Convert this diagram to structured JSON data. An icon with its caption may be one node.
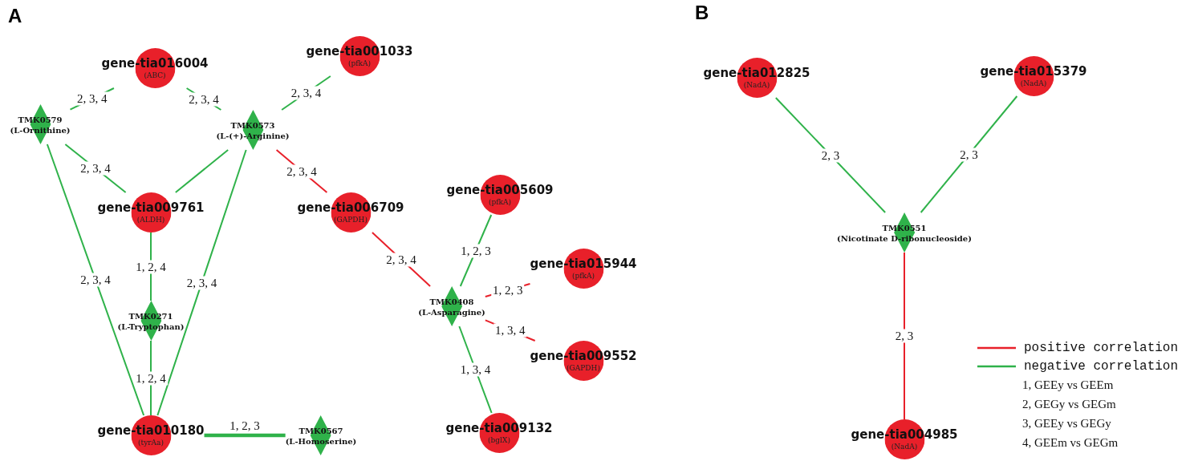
{
  "diagram": {
    "nodes": [
      {
        "text": [
          "gene-tia016004",
          "(ABC)"
        ]
      },
      {
        "text": [
          "gene-tia001033",
          "(pfkA)"
        ]
      },
      {
        "text": [
          "TMK0579",
          "(L-Ornithine)"
        ]
      },
      {
        "text": [
          "TMK0573",
          "(L-(+)-Arginine)"
        ]
      },
      {
        "text": [
          "gene-tia009761",
          "(ALDH)"
        ]
      },
      {
        "text": [
          "gene-tia006709",
          "(GAPDH)"
        ]
      },
      {
        "text": [
          "gene-tia005609",
          "(pfkA)"
        ]
      },
      {
        "text": [
          "gene-tia015944",
          "(pfkA)"
        ]
      },
      {
        "text": [
          "TMK0271",
          "(L-Tryptophan)"
        ]
      },
      {
        "text": [
          "TMK0408",
          "(L-Asparagine)"
        ]
      },
      {
        "text": [
          "gene-tia009552",
          "(GAPDH)"
        ]
      },
      {
        "text": [
          "gene-tia010180",
          "(tyrAa)"
        ]
      },
      {
        "text": [
          "TMK0567",
          "(L-Homoserine)"
        ]
      },
      {
        "text": [
          "gene-tia009132",
          "(bglX)"
        ]
      },
      {
        "text": [
          "gene-tia012825",
          "(NadA)"
        ]
      },
      {
        "text": [
          "gene-tia015379",
          "(NadA)"
        ]
      },
      {
        "text": [
          "TMK0551",
          "(Nicotinate D-ribonucleoside)"
        ]
      },
      {
        "text": [
          "gene-tia004985",
          "(NadA)"
        ]
      }
    ],
    "edges": [
      {
        "from": 0,
        "to": 2,
        "arrow": "none",
        "label": "2, 3, 4"
      },
      {
        "from": 0,
        "to": 3,
        "arrow": "none",
        "label": "2, 3, 4"
      },
      {
        "from": 1,
        "to": 3,
        "arrow": "none",
        "label": "2, 3, 4"
      },
      {
        "from": 2,
        "to": 4,
        "arrow": "none",
        "label": "2, 3, 4"
      },
      {
        "from": 3,
        "to": 4,
        "arrow": "none"
      },
      {
        "from": 3,
        "to": 5,
        "arrow": "none",
        "label": "2, 3, 4",
        "color": "#e8202a"
      },
      {
        "from": 2,
        "to": 11,
        "arrow": "none",
        "label": "2, 3, 4"
      },
      {
        "from": 4,
        "to": 8,
        "arrow": "none",
        "label": "1, 2, 4"
      },
      {
        "from": 3,
        "to": 11,
        "arrow": "none",
        "label": "2, 3, 4"
      },
      {
        "from": 8,
        "to": 11,
        "arrow": "none",
        "label": "1, 2, 4"
      },
      {
        "from": 11,
        "to": 12,
        "arrow": "none",
        "label": "1, 2, 3",
        "style": "thick"
      },
      {
        "from": 5,
        "to": 9,
        "arrow": "none",
        "label": "2, 3, 4",
        "color": "#e8202a"
      },
      {
        "from": 6,
        "to": 9,
        "arrow": "none",
        "label": "1, 2, 3"
      },
      {
        "from": 9,
        "to": 7,
        "arrow": "none",
        "label": "1, 2, 3",
        "color": "#e8202a"
      },
      {
        "from": 9,
        "to": 10,
        "arrow": "none",
        "label": "1, 3, 4",
        "color": "#e8202a"
      },
      {
        "from": 9,
        "to": 13,
        "arrow": "none",
        "label": "1, 3, 4"
      },
      {
        "from": 14,
        "to": 16,
        "arrow": "none",
        "label": "2, 3"
      },
      {
        "from": 15,
        "to": 16,
        "arrow": "none",
        "label": "2, 3"
      },
      {
        "from": 16,
        "to": 17,
        "arrow": "none",
        "label": "2, 3",
        "color": "#e8202a"
      }
    ],
    "labels": [
      "A",
      "B",
      "1, GEEy vs GEEm",
      "2, GEGy vs GEGm",
      "3, GEEy vs GEGy",
      "4, GEEm vs GEGm"
    ],
    "legend": [
      {
        "text": "positive correlation",
        "color": "#e8202a"
      },
      {
        "text": "negative correlation",
        "color": "#2fb24a"
      }
    ]
  }
}
